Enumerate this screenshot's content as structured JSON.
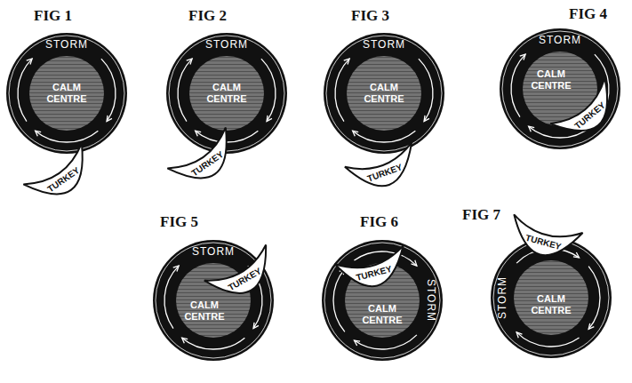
{
  "diagram": {
    "nodes": [
      {
        "text": [
          "FIG 1",
          "STORM"
        ]
      },
      {
        "text": [
          "CALM CENTRE"
        ],
        "in": 0
      },
      {
        "text": [
          "TURKEY"
        ]
      },
      {
        "text": [
          "FIG 2",
          "STORM"
        ]
      },
      {
        "text": [
          "CALM CENTRE"
        ],
        "in": 3
      },
      {
        "text": [
          "TURKEY"
        ]
      },
      {
        "text": [
          "FIG 3",
          "STORM"
        ]
      },
      {
        "text": [
          "CALM CENTRE"
        ],
        "in": 6
      },
      {
        "text": [
          "TURKEY"
        ]
      },
      {
        "text": [
          "FIG 4",
          "STORM"
        ]
      },
      {
        "text": [
          "CALM CENTRE"
        ],
        "in": 9
      },
      {
        "text": [
          "TURKEY"
        ]
      },
      {
        "text": [
          "FIG 5",
          "STORM"
        ]
      },
      {
        "text": [
          "CALM CENTRE"
        ],
        "in": 12
      },
      {
        "text": [
          "TURKEY"
        ]
      },
      {
        "text": [
          "FIG 6",
          "STORM"
        ]
      },
      {
        "text": [
          "CALM CENTRE"
        ],
        "in": 15
      },
      {
        "text": [
          "TURKEY"
        ]
      },
      {
        "text": [
          "FIG 7",
          "STORM"
        ]
      },
      {
        "text": [
          "CALM CENTRE"
        ],
        "in": 18
      },
      {
        "text": [
          "TURKEY"
        ]
      }
    ]
  }
}
